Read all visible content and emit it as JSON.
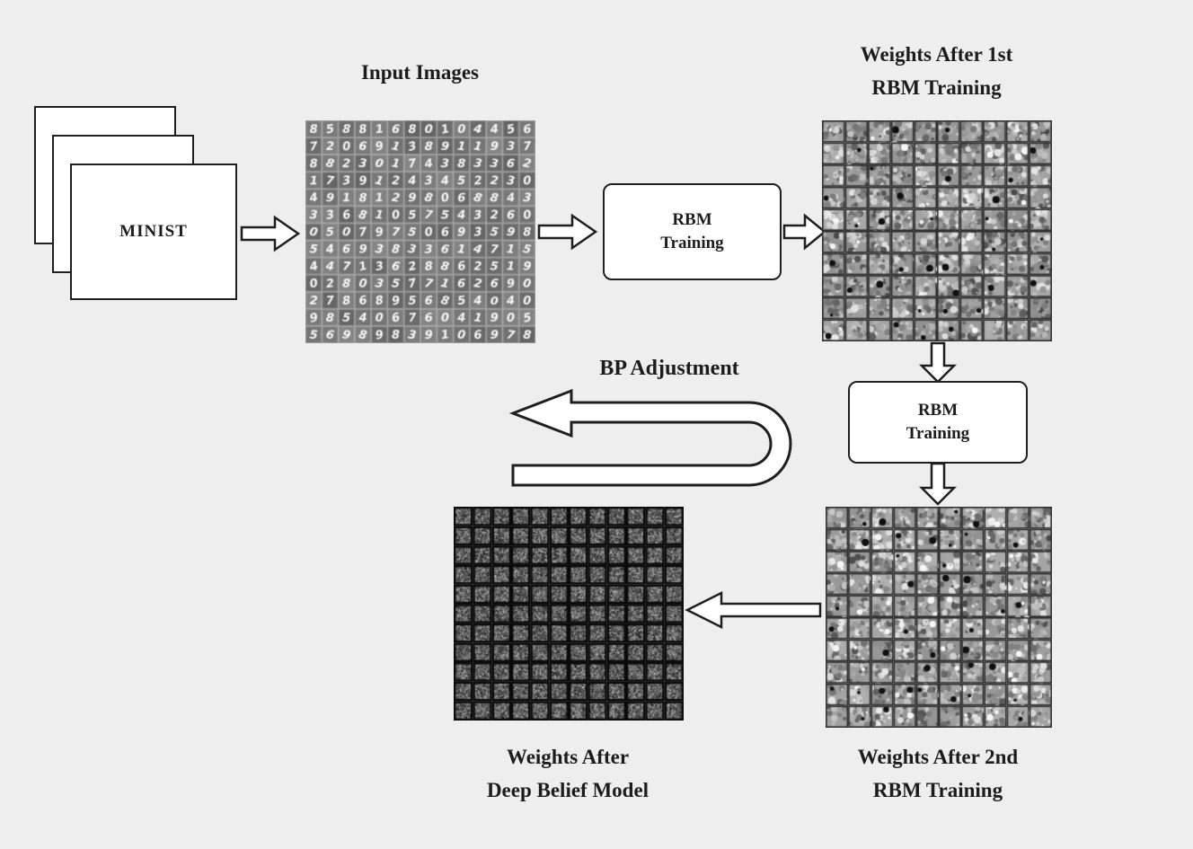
{
  "diagram": {
    "mnist_stack": {
      "label": "MINIST"
    },
    "input_images": {
      "title": "Input Images"
    },
    "rbm_box_1": {
      "line1": "RBM",
      "line2": "Training"
    },
    "weights_1": {
      "title_line1": "Weights After 1st",
      "title_line2": "RBM Training"
    },
    "rbm_box_2": {
      "line1": "RBM",
      "line2": "Training"
    },
    "bp_adjustment": {
      "label": "BP Adjustment"
    },
    "weights_2": {
      "caption_line1": "Weights After 2nd",
      "caption_line2": "RBM Training"
    },
    "weights_dbm": {
      "caption_line1": "Weights After",
      "caption_line2": "Deep Belief Model"
    },
    "colors": {
      "background": "#eeeeee",
      "outline": "#1f1f1f",
      "box_fill": "#ffffff",
      "arrow_fill": "#ffffff",
      "text": "#1c1c1c"
    }
  }
}
